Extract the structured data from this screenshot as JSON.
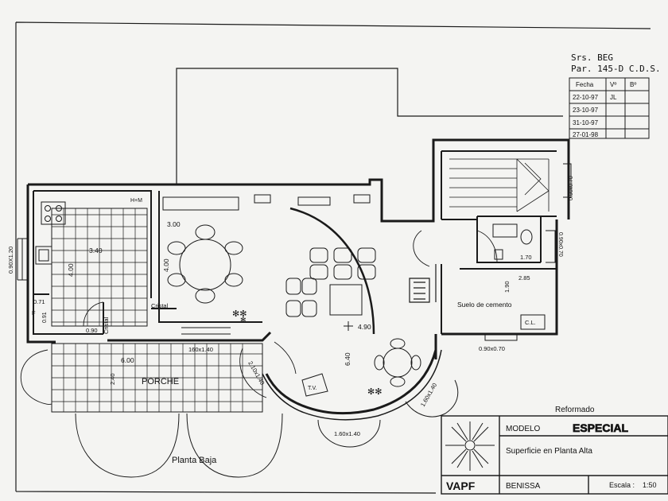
{
  "header": {
    "client": "Srs. BEG",
    "parcel": "Par. 145-D C.D.S."
  },
  "revisions": {
    "headers": [
      "Fecha",
      "Vº",
      "Bº"
    ],
    "rows": [
      {
        "fecha": "22-10-97",
        "vo": "JL",
        "bo": ""
      },
      {
        "fecha": "23-10-97",
        "vo": "",
        "bo": ""
      },
      {
        "fecha": "31-10-97",
        "vo": "",
        "bo": ""
      },
      {
        "fecha": "27-01-98",
        "vo": "",
        "bo": ""
      }
    ]
  },
  "plan": {
    "labels": {
      "kitchen_3_40": "3.40",
      "kitchen_4_00": "4.00",
      "hm": "H+M",
      "living_3_00": "3.00",
      "living_4_00": "4.00",
      "window_0_90x1_20": "0.90X1.20",
      "f_0_71": "0.71",
      "f": "F",
      "f_0_91": "0.91",
      "d_0_90": "0.90",
      "cristal_a": "Cristal",
      "cristal_b": "Cristal",
      "d_4_90": "4.90",
      "d_6_40": "6.40",
      "d_6_00": "6.00",
      "d_2_40": "2.40",
      "porche": "PORCHE",
      "w_160x1_40": "160x1.40",
      "w_2_10x1_40": "2.10x1.40",
      "tv": "T.V.",
      "w_1_60x1_40": "1.60x1.40",
      "w_1_60x1_40_b": "1.60x1.40",
      "w_0_90x0_70_a": "0.90x0.70",
      "w_0_90x0_70_b": "0.90x0.70",
      "w_0_90x0_70_c": "0.90x0.70",
      "bath_1_70": "1.70",
      "d_1_90": "1.90",
      "d_2_85": "2.85",
      "suelo": "Suelo de cemento",
      "cl": "C.L.",
      "planta_baja": "Planta Baja"
    }
  },
  "title_block": {
    "reformado": "Reformado",
    "modelo_label": "MODELO",
    "modelo_value": "ESPECIAL",
    "superficie": "Superficie en Planta Alta",
    "logo_text": "VAPF",
    "location": "BENISSA",
    "escala_label": "Escala :",
    "escala_value": "1:50"
  }
}
